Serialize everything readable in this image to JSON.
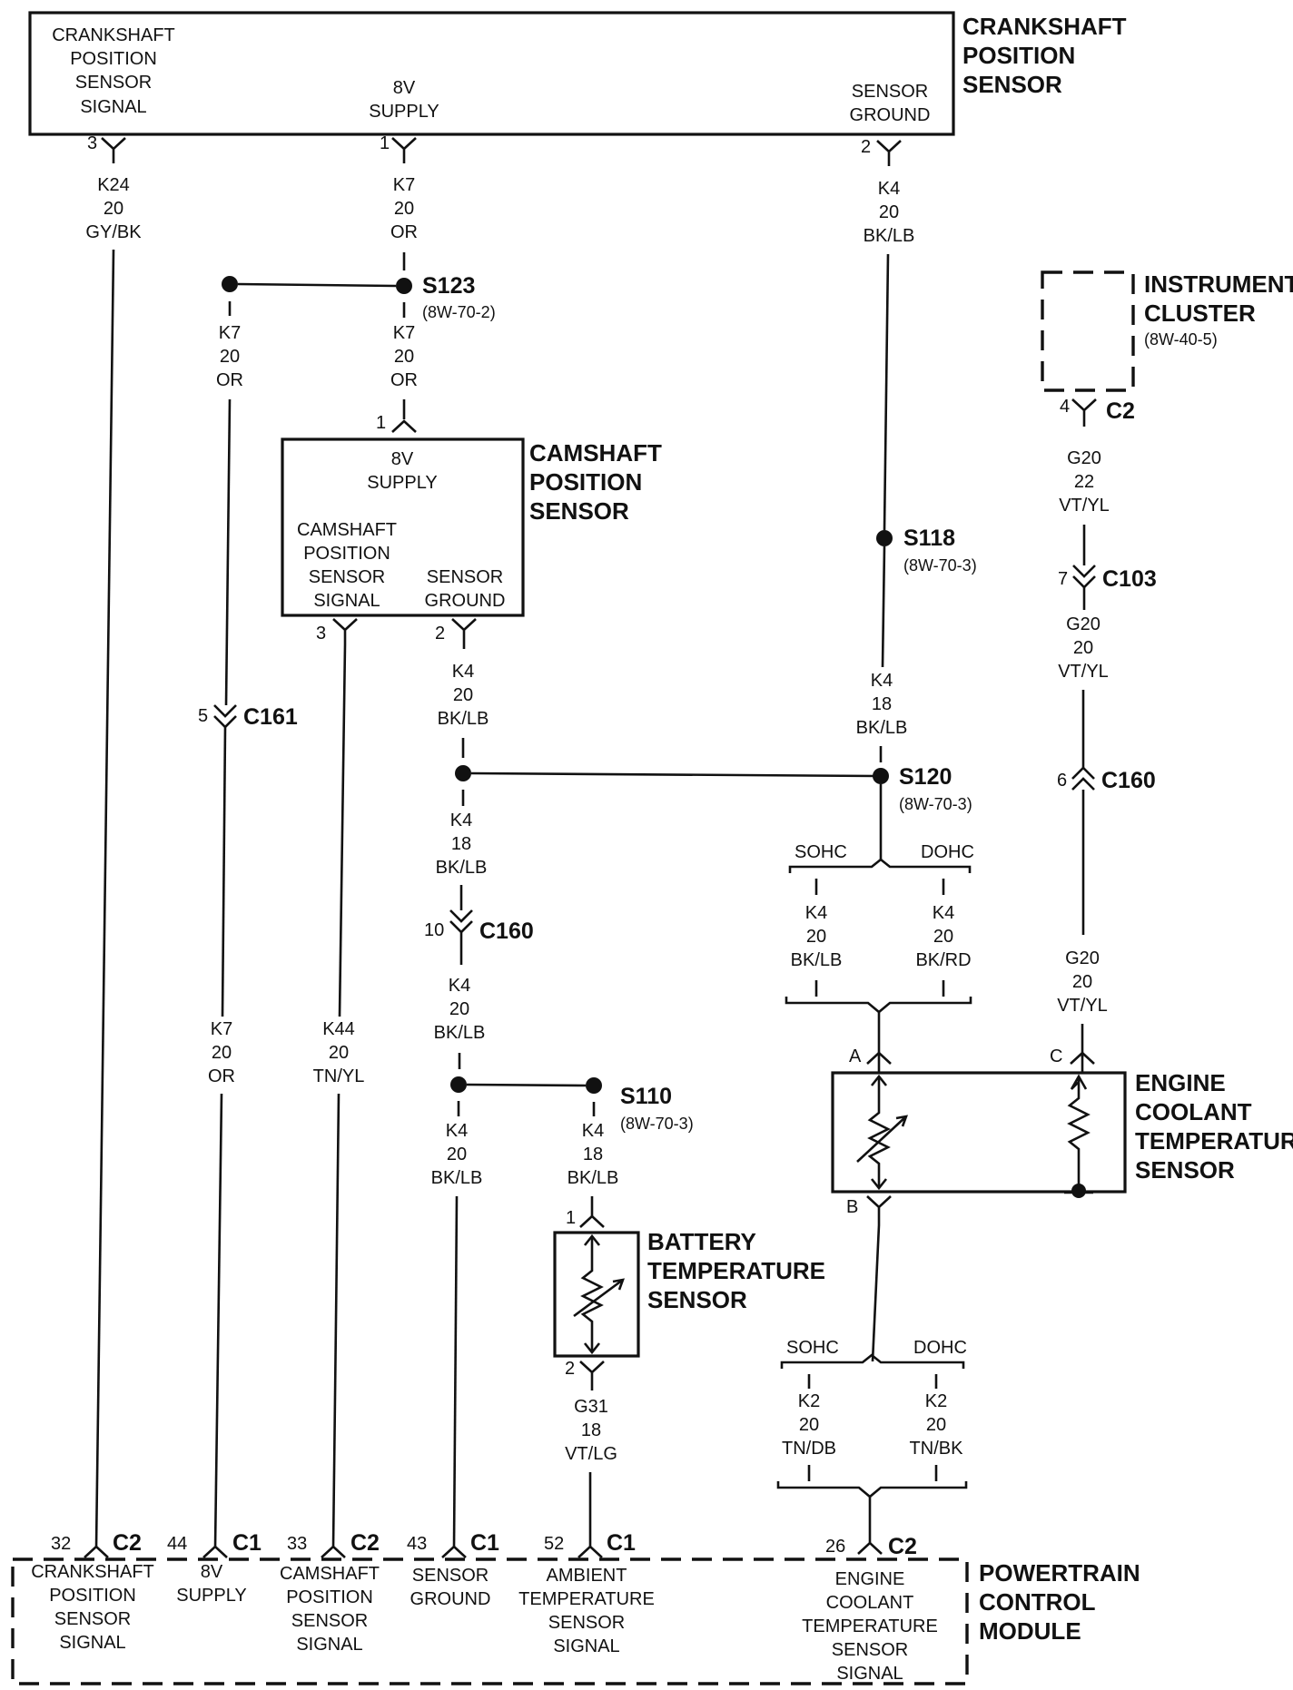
{
  "crank_sensor": {
    "title": [
      "CRANKSHAFT",
      "POSITION",
      "SENSOR"
    ],
    "pin_signal": [
      "CRANKSHAFT",
      "POSITION",
      "SENSOR",
      "SIGNAL"
    ],
    "pin_supply": [
      "8V",
      "SUPPLY"
    ],
    "pin_ground": [
      "SENSOR",
      "GROUND"
    ]
  },
  "cam_sensor": {
    "title": [
      "CAMSHAFT",
      "POSITION",
      "SENSOR"
    ],
    "pin_supply": [
      "8V",
      "SUPPLY"
    ],
    "pin_signal": [
      "CAMSHAFT",
      "POSITION",
      "SENSOR",
      "SIGNAL"
    ],
    "pin_ground": [
      "SENSOR",
      "GROUND"
    ]
  },
  "instrument_cluster": {
    "title": [
      "INSTRUMENT",
      "CLUSTER"
    ],
    "ref": "(8W-40-5)"
  },
  "battery_sensor": {
    "title": [
      "BATTERY",
      "TEMPERATURE",
      "SENSOR"
    ]
  },
  "ect_sensor": {
    "title": [
      "ENGINE",
      "COOLANT",
      "TEMPERATURE",
      "SENSOR"
    ]
  },
  "pcm": {
    "title": [
      "POWERTRAIN",
      "CONTROL",
      "MODULE"
    ],
    "pins": [
      {
        "num": "32",
        "conn": "C2",
        "label": [
          "CRANKSHAFT",
          "POSITION",
          "SENSOR",
          "SIGNAL"
        ]
      },
      {
        "num": "44",
        "conn": "C1",
        "label": [
          "8V",
          "SUPPLY"
        ]
      },
      {
        "num": "33",
        "conn": "C2",
        "label": [
          "CAMSHAFT",
          "POSITION",
          "SENSOR",
          "SIGNAL"
        ]
      },
      {
        "num": "43",
        "conn": "C1",
        "label": [
          "SENSOR",
          "GROUND"
        ]
      },
      {
        "num": "52",
        "conn": "C1",
        "label": [
          "AMBIENT",
          "TEMPERATURE",
          "SENSOR",
          "SIGNAL"
        ]
      },
      {
        "num": "26",
        "conn": "C2",
        "label": [
          "ENGINE",
          "COOLANT",
          "TEMPERATURE",
          "SENSOR",
          "SIGNAL"
        ]
      }
    ]
  },
  "pins": {
    "crank_3": "3",
    "crank_1": "1",
    "crank_2": "2",
    "cam_1": "1",
    "cam_3": "3",
    "cam_2": "2",
    "ic_4": "4",
    "c103_7": "7",
    "c161_5": "5",
    "c160_10": "10",
    "c160_6": "6",
    "bat_1": "1",
    "bat_2": "2",
    "ect_a": "A",
    "ect_b": "B",
    "ect_c": "C"
  },
  "connectors": {
    "c2_ic": "C2",
    "c103": "C103",
    "c161": "C161",
    "c160_left": "C160",
    "c160_right": "C160"
  },
  "splices": {
    "s123": {
      "name": "S123",
      "ref": "(8W-70-2)"
    },
    "s118": {
      "name": "S118",
      "ref": "(8W-70-3)"
    },
    "s120": {
      "name": "S120",
      "ref": "(8W-70-3)"
    },
    "s110": {
      "name": "S110",
      "ref": "(8W-70-3)"
    }
  },
  "wires": {
    "k24": [
      "K24",
      "20",
      "GY/BK"
    ],
    "k7_top": [
      "K7",
      "20",
      "OR"
    ],
    "k7_left": [
      "K7",
      "20",
      "OR"
    ],
    "k7_mid": [
      "K7",
      "20",
      "OR"
    ],
    "k7_low": [
      "K7",
      "20",
      "OR"
    ],
    "k44": [
      "K44",
      "20",
      "TN/YL"
    ],
    "k4_top": [
      "K4",
      "20",
      "BK/LB"
    ],
    "k4_s118": [
      "K4",
      "18",
      "BK/LB"
    ],
    "k4_cam": [
      "K4",
      "20",
      "BK/LB"
    ],
    "k4_mid18": [
      "K4",
      "18",
      "BK/LB"
    ],
    "k4_after_c160": [
      "K4",
      "20",
      "BK/LB"
    ],
    "k4_low": [
      "K4",
      "20",
      "BK/LB"
    ],
    "k4_s110": [
      "K4",
      "18",
      "BK/LB"
    ],
    "k4_sohc": [
      "K4",
      "20",
      "BK/LB"
    ],
    "k4_dohc": [
      "K4",
      "20",
      "BK/RD"
    ],
    "g20_top": [
      "G20",
      "22",
      "VT/YL"
    ],
    "g20_mid": [
      "G20",
      "20",
      "VT/YL"
    ],
    "g20_low": [
      "G20",
      "20",
      "VT/YL"
    ],
    "g31": [
      "G31",
      "18",
      "VT/LG"
    ],
    "k2_sohc": [
      "K2",
      "20",
      "TN/DB"
    ],
    "k2_dohc": [
      "K2",
      "20",
      "TN/BK"
    ]
  },
  "options": {
    "sohc": "SOHC",
    "dohc": "DOHC"
  }
}
